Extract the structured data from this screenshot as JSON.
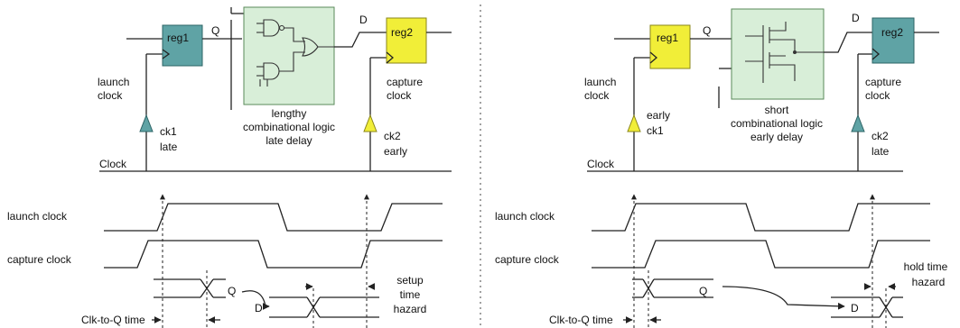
{
  "colors": {
    "reg_teal": "#5fa3a5",
    "reg_yellow": "#f1ee38",
    "logic_green": "#d8eed8",
    "buffer_teal": "#5fa3a5",
    "buffer_yellow": "#f1ee38",
    "line": "#222222"
  },
  "icons": {
    "buffer": "triangle-buffer-icon",
    "gates": "logic-gate-icon",
    "transistors": "transistor-icon"
  },
  "setup": {
    "reg1_label": "reg1",
    "reg2_label": "reg2",
    "q_label": "Q",
    "d_label": "D",
    "launch_clock_line1": "launch",
    "launch_clock_line2": "clock",
    "capture_clock_line1": "capture",
    "capture_clock_line2": "clock",
    "logic_line1": "lengthy",
    "logic_line2": "combinational logic",
    "logic_line3": "late delay",
    "ck1_line1": "ck1",
    "ck1_line2": "late",
    "ck2_line1": "ck2",
    "ck2_line2": "early",
    "clock_label": "Clock",
    "wave_launch_label": "launch clock",
    "wave_capture_label": "capture clock",
    "q_wave_label": "Q",
    "d_wave_label": "D",
    "hazard_line1": "setup",
    "hazard_line2": "time",
    "hazard_line3": "hazard",
    "clk_to_q_label": "Clk-to-Q time"
  },
  "hold": {
    "reg1_label": "reg1",
    "reg2_label": "reg2",
    "q_label": "Q",
    "d_label": "D",
    "launch_clock_line1": "launch",
    "launch_clock_line2": "clock",
    "capture_clock_line1": "capture",
    "capture_clock_line2": "clock",
    "logic_line1": "short",
    "logic_line2": "combinational logic",
    "logic_line3": "early delay",
    "ck1_line1": "early",
    "ck1_line2": "ck1",
    "ck2_line1": "ck2",
    "ck2_line2": "late",
    "clock_label": "Clock",
    "wave_launch_label": "launch clock",
    "wave_capture_label": "capture clock",
    "q_wave_label": "Q",
    "d_wave_label": "D",
    "hazard_line1": "hold time",
    "hazard_line2": "hazard",
    "clk_to_q_label": "Clk-to-Q time"
  }
}
